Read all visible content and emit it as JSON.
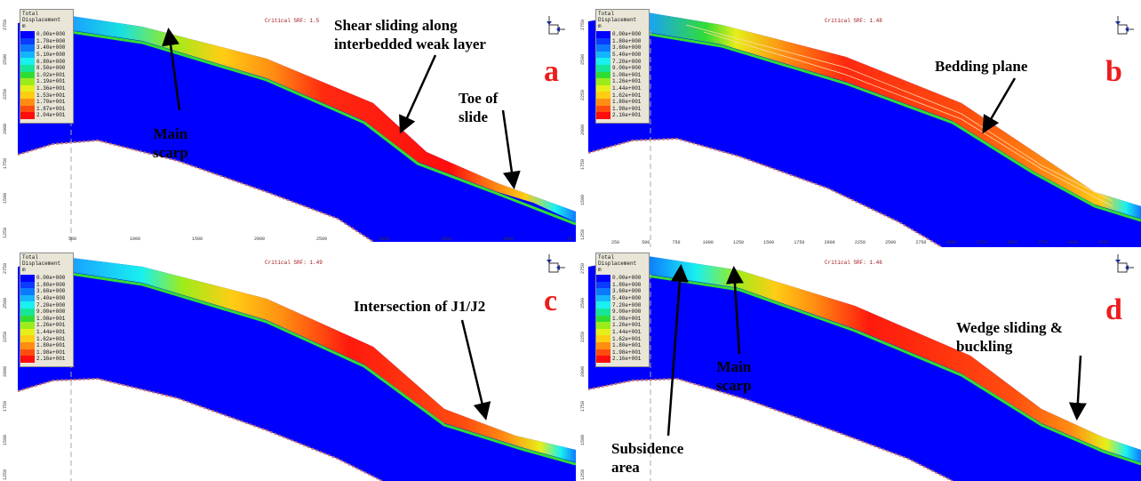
{
  "panels": {
    "a": {
      "letter": "a",
      "legend_title": [
        "Total",
        "Displacement",
        "m"
      ],
      "legend_values": [
        "0.00e+000",
        "1.70e+000",
        "3.40e+000",
        "5.10e+000",
        "6.80e+000",
        "8.50e+000",
        "1.02e+001",
        "1.19e+001",
        "1.36e+001",
        "1.53e+001",
        "1.70e+001",
        "1.87e+001",
        "2.04e+001"
      ],
      "srf": "Critical SRF: 1.5",
      "annotations": {
        "shear": [
          "Shear sliding along",
          "interbedded weak layer"
        ],
        "main_scarp": [
          "Main",
          "scarp"
        ],
        "toe": [
          "Toe of",
          "slide"
        ]
      },
      "x_ticks": [
        "500",
        "1000",
        "1500",
        "2000",
        "2500",
        "3000",
        "3500",
        "4000",
        "45"
      ]
    },
    "b": {
      "letter": "b",
      "legend_title": [
        "Total",
        "Displacement",
        "m"
      ],
      "legend_values": [
        "0.00e+000",
        "1.80e+000",
        "3.60e+000",
        "5.40e+000",
        "7.20e+000",
        "9.00e+000",
        "1.08e+001",
        "1.26e+001",
        "1.44e+001",
        "1.62e+001",
        "1.80e+001",
        "1.98e+001",
        "2.16e+001"
      ],
      "srf": "Critical SRF: 1.48",
      "annotations": {
        "bedding": "Bedding plane"
      },
      "x_ticks": [
        "250",
        "500",
        "750",
        "1000",
        "1250",
        "1500",
        "1750",
        "2000",
        "2250",
        "2500",
        "2750",
        "3000",
        "3250",
        "3500",
        "3750",
        "4000",
        "4250"
      ]
    },
    "c": {
      "letter": "c",
      "legend_title": [
        "Total",
        "Displacement",
        "m"
      ],
      "legend_values": [
        "0.00e+000",
        "1.80e+000",
        "3.60e+000",
        "5.40e+000",
        "7.20e+000",
        "9.00e+000",
        "1.08e+001",
        "1.26e+001",
        "1.44e+001",
        "1.62e+001",
        "1.80e+001",
        "1.98e+001",
        "2.16e+001"
      ],
      "srf": "Critical SRF: 1.49",
      "annotations": {
        "intersection": "Intersection of  J1/J2"
      }
    },
    "d": {
      "letter": "d",
      "legend_title": [
        "Total",
        "Displacement",
        "m"
      ],
      "legend_values": [
        "0.00e+000",
        "1.80e+000",
        "3.60e+000",
        "5.40e+000",
        "7.20e+000",
        "9.00e+000",
        "1.08e+001",
        "1.26e+001",
        "1.44e+001",
        "1.62e+001",
        "1.80e+001",
        "1.98e+001",
        "2.16e+001"
      ],
      "srf": "Critical SRF: 1.46",
      "annotations": {
        "wedge": [
          "Wedge sliding &",
          "buckling"
        ],
        "main_scarp": [
          "Main",
          "scarp"
        ],
        "subsidence": [
          "Subsidence",
          "area"
        ]
      }
    }
  },
  "y_ticks": [
    "2750",
    "2500",
    "2250",
    "2000",
    "1750",
    "1500",
    "1250"
  ],
  "colors": {
    "legend_scale": [
      "#0000ff",
      "#0a3bff",
      "#0d79ff",
      "#13b5ff",
      "#19f0f0",
      "#15e69a",
      "#31dd35",
      "#9cec1b",
      "#e6ef19",
      "#ffcd14",
      "#ff8d12",
      "#ff4d0f",
      "#ff0d0d"
    ],
    "annotation_text": "#000000",
    "panel_letter": "#ee1c1c",
    "srf_text": "#a01818"
  }
}
